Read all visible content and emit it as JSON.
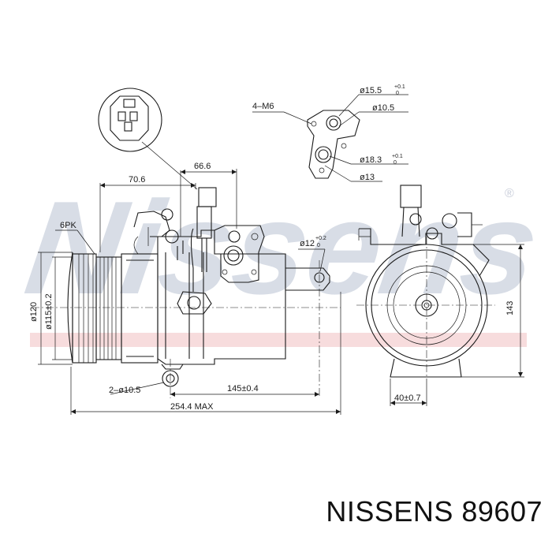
{
  "watermark": {
    "text": "Nissens",
    "registered": "®"
  },
  "dimensions": {
    "top_left": "70.6",
    "top_mid": "66.6",
    "pulley_ribs": "6PK",
    "outer_dia": "ø120",
    "inner_dia": "ø115±0.2",
    "mount_holes": "2–ø10.5",
    "mount_span": "145±0.4",
    "overall_length": "254.4  MAX",
    "fitting_hole": "ø12",
    "fitting_hole_tol_top": "+0.2",
    "fitting_hole_tol_bot": "0",
    "side_height": "143",
    "side_offset": "40±0.7"
  },
  "port_callouts": {
    "thread": "4–M6",
    "bore1": "ø15.5",
    "bore1_tol_top": "+0.1",
    "bore1_tol_bot": "0",
    "bore2": "ø10.5",
    "bore3": "ø18.3",
    "bore3_tol_top": "+0.1",
    "bore3_tol_bot": "0",
    "bore4": "ø13"
  },
  "caption": "NISSENS 89607",
  "colors": {
    "line": "#1a1a1a",
    "watermark": "#d8dde6",
    "accent_band": "#e9a9ad"
  }
}
